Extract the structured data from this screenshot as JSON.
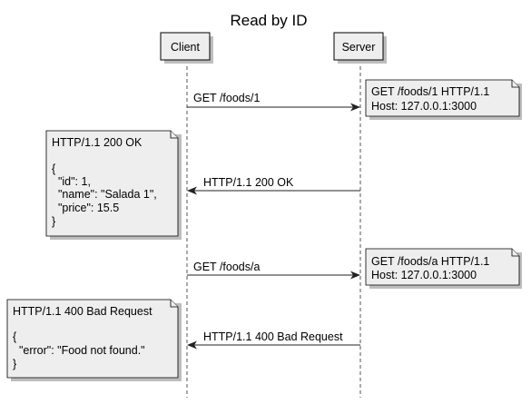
{
  "title": "Read by ID",
  "participants": [
    {
      "id": "client",
      "name": "Client"
    },
    {
      "id": "server",
      "name": "Server"
    }
  ],
  "messages": [
    {
      "label": "GET /foods/1",
      "direction": "client-to-server",
      "note": {
        "side": "right",
        "lines": [
          "GET /foods/1 HTTP/1.1",
          "Host: 127.0.0.1:3000"
        ]
      }
    },
    {
      "label": "HTTP/1.1 200 OK",
      "direction": "server-to-client",
      "note": {
        "side": "left",
        "lines": [
          "HTTP/1.1 200 OK",
          "",
          "{",
          "  \"id\": 1,",
          "  \"name\": \"Salada 1\",",
          "  \"price\": 15.5",
          "}"
        ]
      }
    },
    {
      "label": "GET /foods/a",
      "direction": "client-to-server",
      "note": {
        "side": "right",
        "lines": [
          "GET /foods/a HTTP/1.1",
          "Host: 127.0.0.1:3000"
        ]
      }
    },
    {
      "label": "HTTP/1.1 400 Bad Request",
      "direction": "server-to-client",
      "note": {
        "side": "left",
        "lines": [
          "HTTP/1.1 400 Bad Request",
          "",
          "{",
          "  \"error\": \"Food not found.\"",
          "}"
        ]
      }
    }
  ]
}
